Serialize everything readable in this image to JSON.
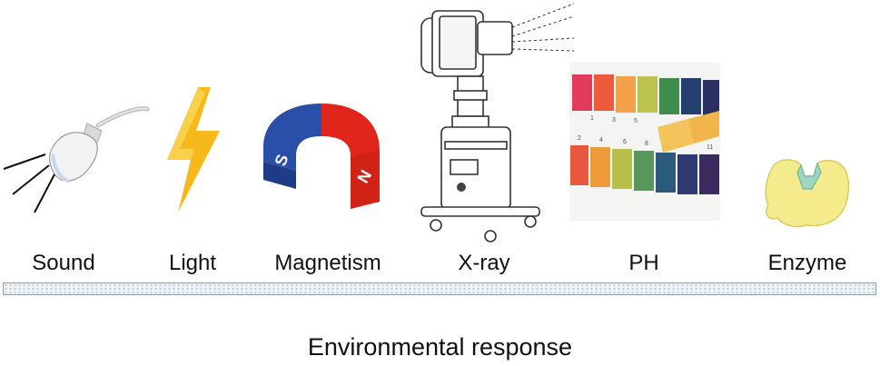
{
  "stimuli": [
    {
      "label": "Sound",
      "icon": "ultrasound-probe-icon"
    },
    {
      "label": "Light",
      "icon": "lightning-bolt-icon"
    },
    {
      "label": "Magnetism",
      "icon": "horseshoe-magnet-icon"
    },
    {
      "label": "X-ray",
      "icon": "xray-machine-icon"
    },
    {
      "label": "PH",
      "icon": "ph-test-strip-icon"
    },
    {
      "label": "Enzyme",
      "icon": "enzyme-icon"
    }
  ],
  "magnet": {
    "pole_s": "S",
    "pole_n": "N"
  },
  "ph_card": {
    "numbers_top": [
      "1",
      "3",
      "5"
    ],
    "numbers_bottom": [
      "2",
      "4",
      "6",
      "8",
      "11"
    ]
  },
  "caption": "Environmental response",
  "colors": {
    "magnet_blue": "#2a4fa8",
    "magnet_red": "#e0261b",
    "bolt": "#f6b81c",
    "enzyme": "#f4ec8c",
    "enzyme_site": "#9fd6c2"
  }
}
